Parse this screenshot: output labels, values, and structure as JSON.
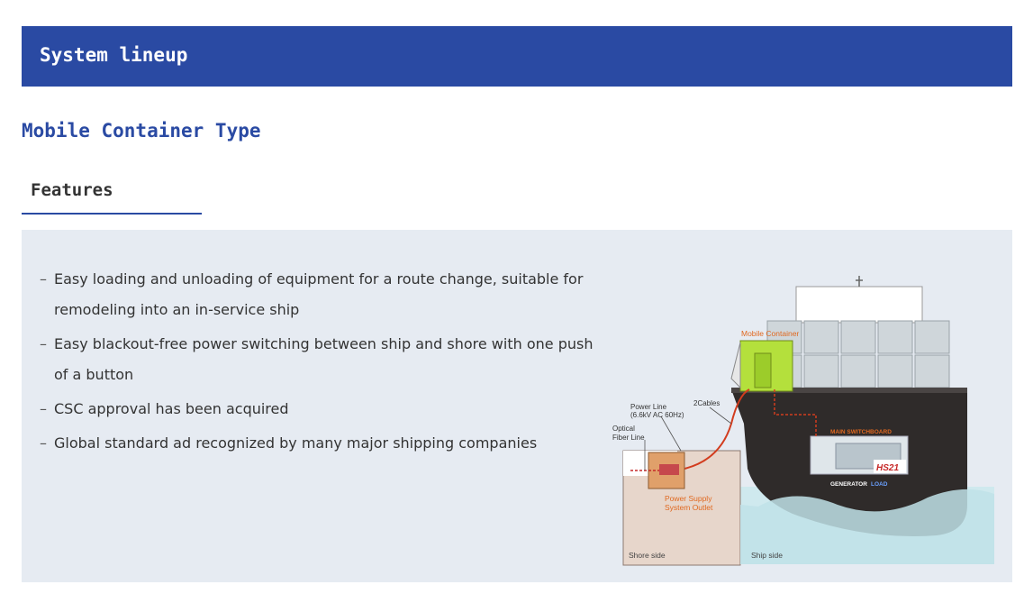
{
  "banner": {
    "title": "System lineup"
  },
  "section": {
    "title": "Mobile Container Type"
  },
  "features": {
    "heading": "Features",
    "items": [
      "Easy loading and unloading of equipment for a route change, suitable for remodeling into an in-service ship",
      "Easy blackout-free power switching between ship and shore with one push of a button",
      "CSC approval has been acquired",
      "Global standard ad recognized by many major shipping companies"
    ]
  },
  "diagram": {
    "mobile_container": "Mobile Container",
    "cables": "2Cables",
    "power_line_1": "Power Line",
    "power_line_2": "(6.6kV AC 60Hz)",
    "optical_1": "Optical",
    "optical_2": "Fiber Line",
    "outlet_1": "Power Supply",
    "outlet_2": "System Outlet",
    "switchboard": "MAIN SWITCHBOARD",
    "hs21": "HS21",
    "generator": "GENERATOR",
    "load": "LOAD",
    "shore_side": "Shore side",
    "ship_side": "Ship side",
    "colors": {
      "accent": "#2a4aa3",
      "panel": "#e6ebf2",
      "hull": "#2f2b2a",
      "container": "#b4e03c",
      "cable": "#d23c1e"
    }
  }
}
